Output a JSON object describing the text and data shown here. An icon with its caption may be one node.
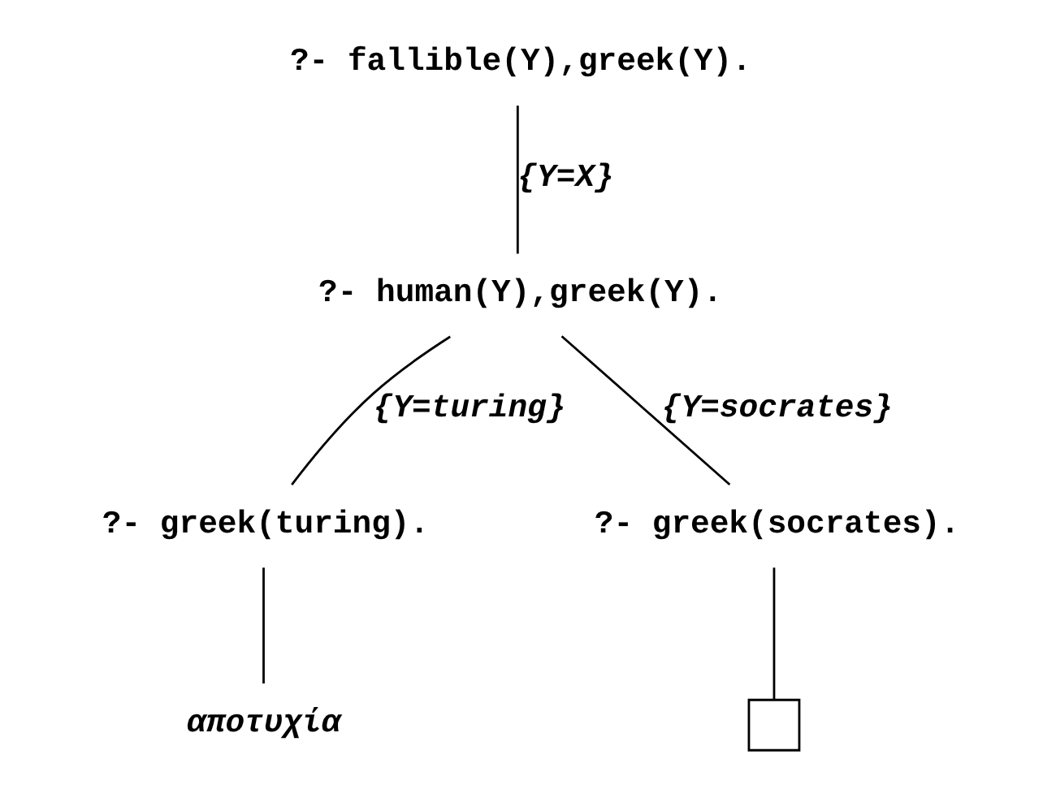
{
  "diagram": {
    "nodes": [
      {
        "text": [
          "?- fallible(Y),greek(Y)."
        ]
      },
      {
        "text": [
          "?- human(Y),greek(Y)."
        ]
      },
      {
        "text": [
          "?- greek(turing)."
        ]
      },
      {
        "text": [
          "?- greek(socrates)."
        ]
      },
      {
        "text": [
          "αποτυχία"
        ]
      },
      {
        "text": [],
        "shape": "box"
      }
    ],
    "edges": [
      {
        "from": 0,
        "to": 1,
        "arrow": "none",
        "label": "{Y=X}"
      },
      {
        "from": 1,
        "to": 2,
        "arrow": "none",
        "label": "{Y=turing}"
      },
      {
        "from": 1,
        "to": 3,
        "arrow": "none",
        "label": "{Y=socrates}"
      },
      {
        "from": 2,
        "to": 4,
        "arrow": "none"
      },
      {
        "from": 3,
        "to": 5,
        "arrow": "none"
      }
    ]
  }
}
